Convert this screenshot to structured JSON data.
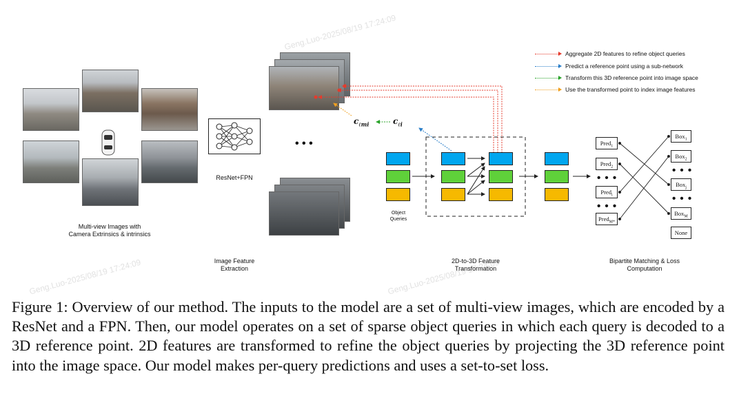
{
  "figure": {
    "legend": [
      {
        "text": "Aggregate 2D features to refine object queries",
        "color": "#e53b2c"
      },
      {
        "text": "Predict a reference point using a sub-network",
        "color": "#2b7fc9"
      },
      {
        "text": "Transform this 3D reference point into image space",
        "color": "#2aa32a"
      },
      {
        "text": "Use the transformed point to index image features",
        "color": "#f0a020"
      }
    ],
    "multiview_label": "Multi-view Images with Camera Extrinsics & intrinsics",
    "backbone_label": "ResNet+FPN",
    "stage_labels": {
      "feature_extraction": "Image Feature Extraction",
      "transformation": "2D-to-3D Feature Transformation",
      "matching": "Bipartite Matching & Loss Computation"
    },
    "object_queries_label": "Object Queries",
    "symbols": {
      "c_lmi": "c",
      "c_lmi_sub": "ℓmi",
      "c_li": "c",
      "c_li_sub": "ℓi"
    },
    "ellipsis": "• • •",
    "preds": [
      {
        "base": "Pred",
        "sub": "1"
      },
      {
        "base": "Pred",
        "sub": "2"
      },
      {
        "base": "Pred",
        "sub": "i"
      },
      {
        "base": "Pred",
        "sub": "M*"
      }
    ],
    "boxes": [
      {
        "base": "Box",
        "sub": "1"
      },
      {
        "base": "Box",
        "sub": "2"
      },
      {
        "base": "Box",
        "sub": "j"
      },
      {
        "base": "Box",
        "sub": "M"
      },
      {
        "base": "None",
        "sub": ""
      }
    ],
    "colors": {
      "query_blue": "#00a6ef",
      "query_green": "#5fd13a",
      "query_yellow": "#f6b900"
    },
    "watermark": "Geng.Luo-2025/08/19 17:24:09"
  },
  "caption": "Figure 1: Overview of our method. The inputs to the model are a set of multi-view images, which are encoded by a ResNet and a FPN. Then, our model operates on a set of sparse object queries in which each query is decoded to a 3D reference point. 2D features are transformed to refine the object queries by projecting the 3D reference point into the image space. Our model makes per-query predictions and uses a set-to-set loss."
}
